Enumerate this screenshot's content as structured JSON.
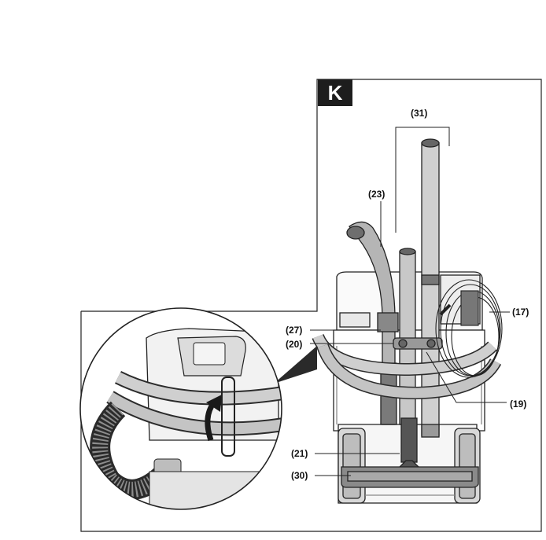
{
  "panel_label": "K",
  "callouts": {
    "c31": "(31)",
    "c23": "(23)",
    "c17": "(17)",
    "c27": "(27)",
    "c20": "(20)",
    "c19": "(19)",
    "c21": "(21)",
    "c30": "(30)"
  }
}
